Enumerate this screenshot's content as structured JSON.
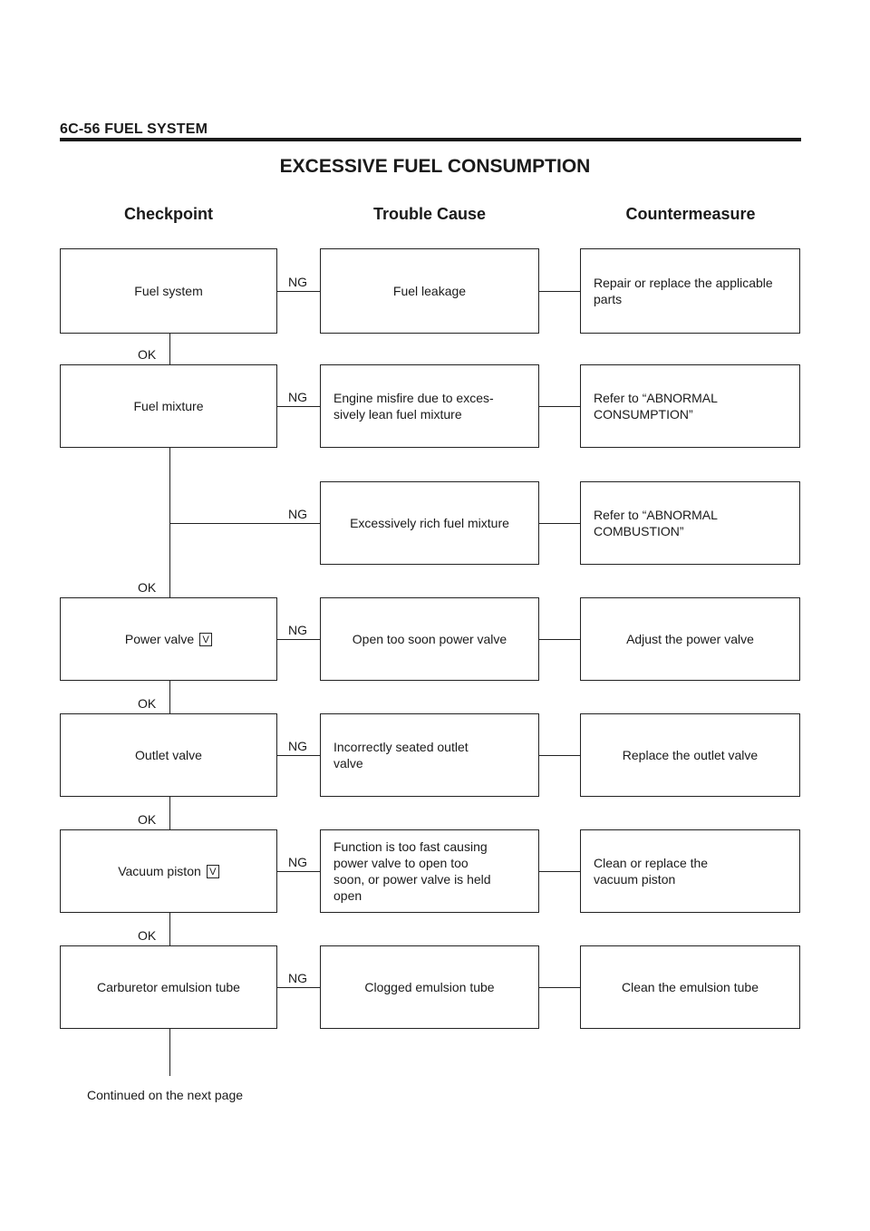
{
  "header": {
    "section": "6C-56 FUEL SYSTEM"
  },
  "title": "EXCESSIVE FUEL CONSUMPTION",
  "columns": {
    "checkpoint": "Checkpoint",
    "cause": "Trouble Cause",
    "countermeasure": "Countermeasure"
  },
  "labels": {
    "ok": "OK",
    "ng": "NG",
    "v_badge": "V"
  },
  "checkpoints": [
    "Fuel system",
    "Fuel mixture",
    "Power valve",
    "Outlet valve",
    "Vacuum piston",
    "Carburetor emulsion tube"
  ],
  "causes": [
    "Fuel leakage",
    "Engine misfire due to exces-\nsively lean fuel mixture",
    "Excessively rich fuel mixture",
    "Open too soon power valve",
    "Incorrectly seated outlet\nvalve",
    "Function is too fast causing\npower valve to open too\nsoon, or power valve is held\nopen",
    "Clogged emulsion tube"
  ],
  "countermeasures": [
    "Repair or replace the applicable\nparts",
    "Refer to “ABNORMAL\nCONSUMPTION”",
    "Refer to “ABNORMAL\nCOMBUSTION”",
    "Adjust the power valve",
    "Replace the outlet valve",
    "Clean or replace the\nvacuum piston",
    "Clean the emulsion tube"
  ],
  "footer": "Continued on the next page"
}
